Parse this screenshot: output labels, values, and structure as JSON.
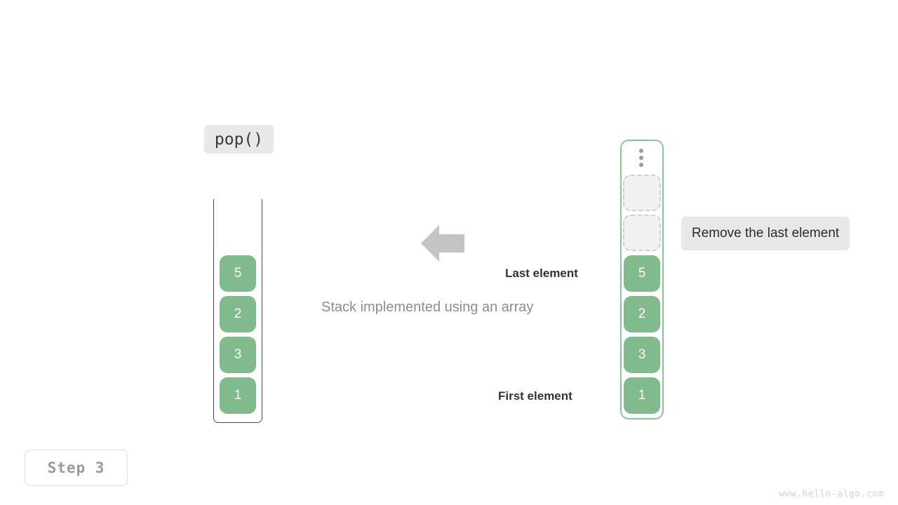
{
  "operation": {
    "label": "pop()"
  },
  "caption": {
    "text": "Stack implemented using an array"
  },
  "note": {
    "text": "Remove the last element"
  },
  "annotations": {
    "last_element": "Last element",
    "first_element": "First element"
  },
  "left_stack": {
    "cells": [
      {
        "value": "5"
      },
      {
        "value": "2"
      },
      {
        "value": "3"
      },
      {
        "value": "1"
      }
    ]
  },
  "right_array": {
    "ellipsis": "vertical-ellipsis",
    "empty_slots": 2,
    "cells": [
      {
        "value": "5"
      },
      {
        "value": "2"
      },
      {
        "value": "3"
      },
      {
        "value": "1"
      }
    ]
  },
  "arrow": {
    "direction": "left",
    "color": "#c4c4c4"
  },
  "step": {
    "label": "Step 3"
  },
  "watermark": {
    "text": "www.hello-algo.com"
  },
  "colors": {
    "cell_green": "#81bb8d",
    "container_green": "#8cc49a",
    "label_gray": "#e8e8e8",
    "arrow_gray": "#c4c4c4"
  }
}
